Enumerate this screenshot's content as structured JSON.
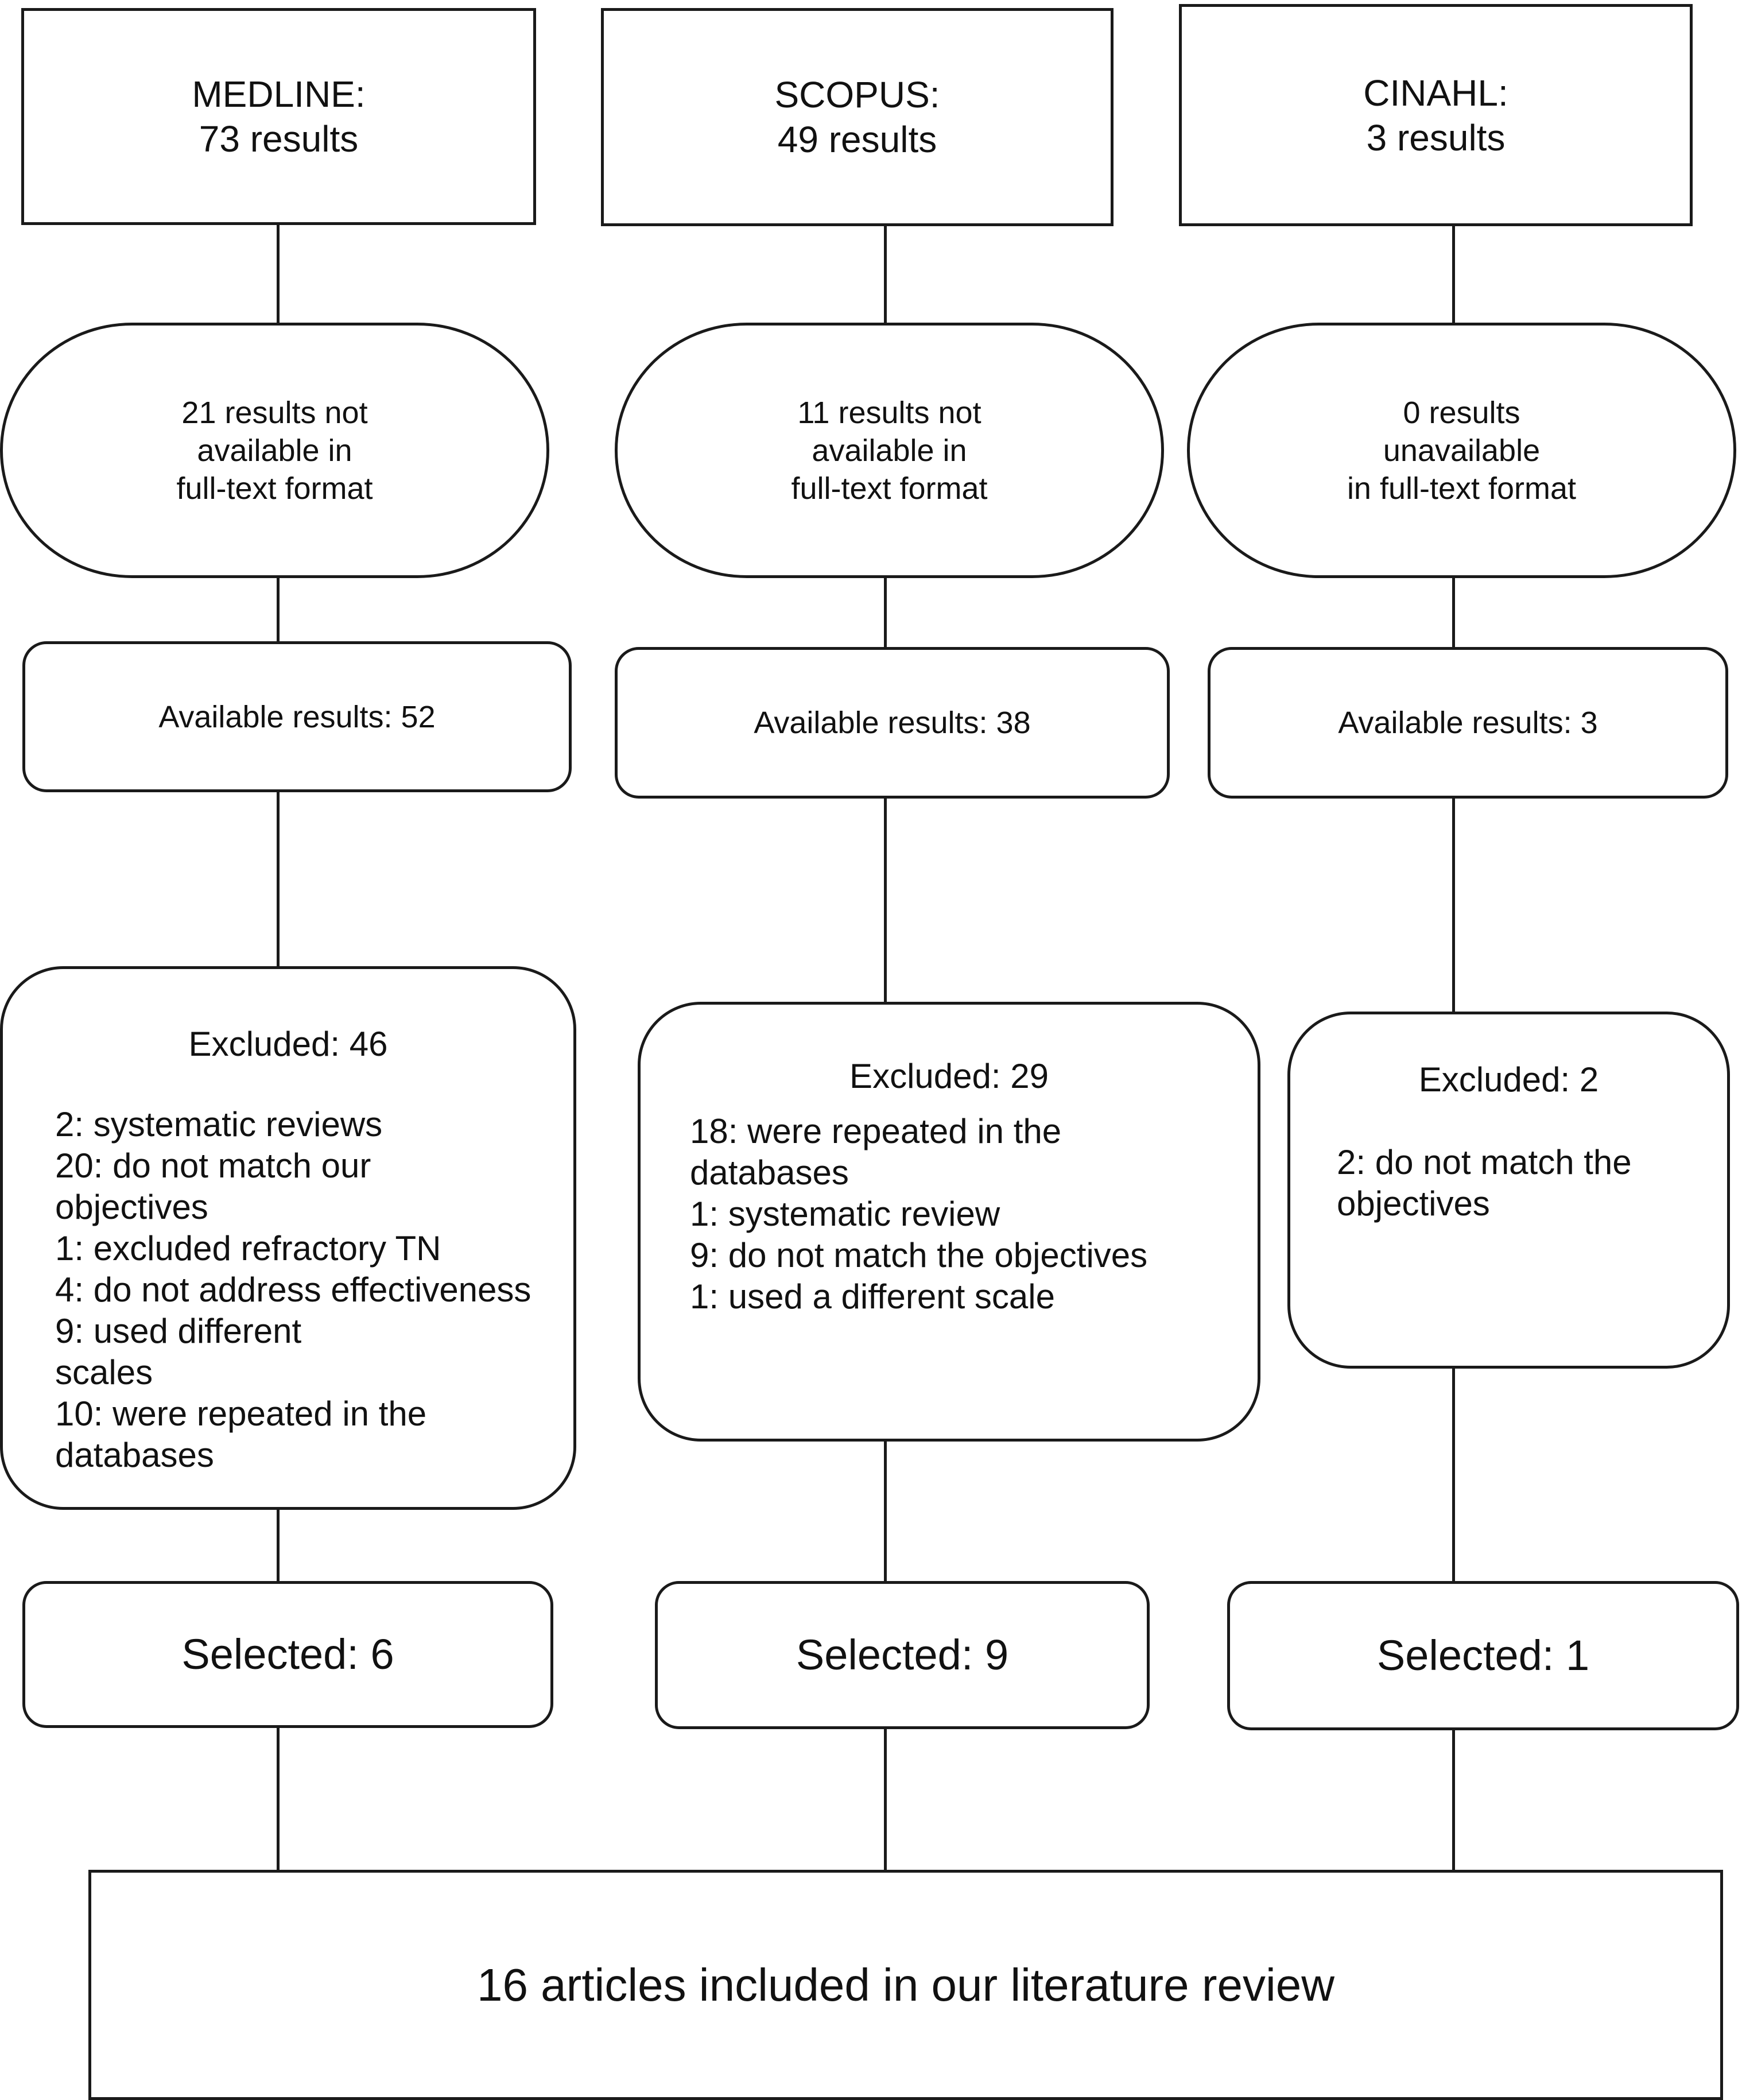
{
  "sources": [
    {
      "title_lines": [
        "MEDLINE:",
        "73 results"
      ],
      "unavailable_lines": [
        "21 results not",
        "available in",
        "full-text format"
      ],
      "available": "Available results: 52",
      "excluded_header": "Excluded: 46",
      "excluded_lines": [
        "2: systematic reviews",
        "20: do not match our",
        "objectives",
        "1: excluded refractory TN",
        "4: do not address effectiveness",
        "9: used different",
        "scales",
        "10: were repeated in the",
        "databases"
      ],
      "selected": "Selected: 6"
    },
    {
      "title_lines": [
        "SCOPUS:",
        "49 results"
      ],
      "unavailable_lines": [
        "11 results not",
        "available in",
        "full-text format"
      ],
      "available": "Available results: 38",
      "excluded_header": "Excluded: 29",
      "excluded_lines": [
        "18: were repeated in the",
        "databases",
        "1: systematic review",
        "9: do not match the objectives",
        "1: used a different scale"
      ],
      "selected": "Selected: 9"
    },
    {
      "title_lines": [
        "CINAHL:",
        "3 results"
      ],
      "unavailable_lines": [
        "0 results",
        "unavailable",
        "in full-text format"
      ],
      "available": "Available results: 3",
      "excluded_header": "Excluded: 2",
      "excluded_lines": [
        "2: do not match the",
        "objectives"
      ],
      "selected": "Selected: 1"
    }
  ],
  "final": "16 articles included in our literature review"
}
